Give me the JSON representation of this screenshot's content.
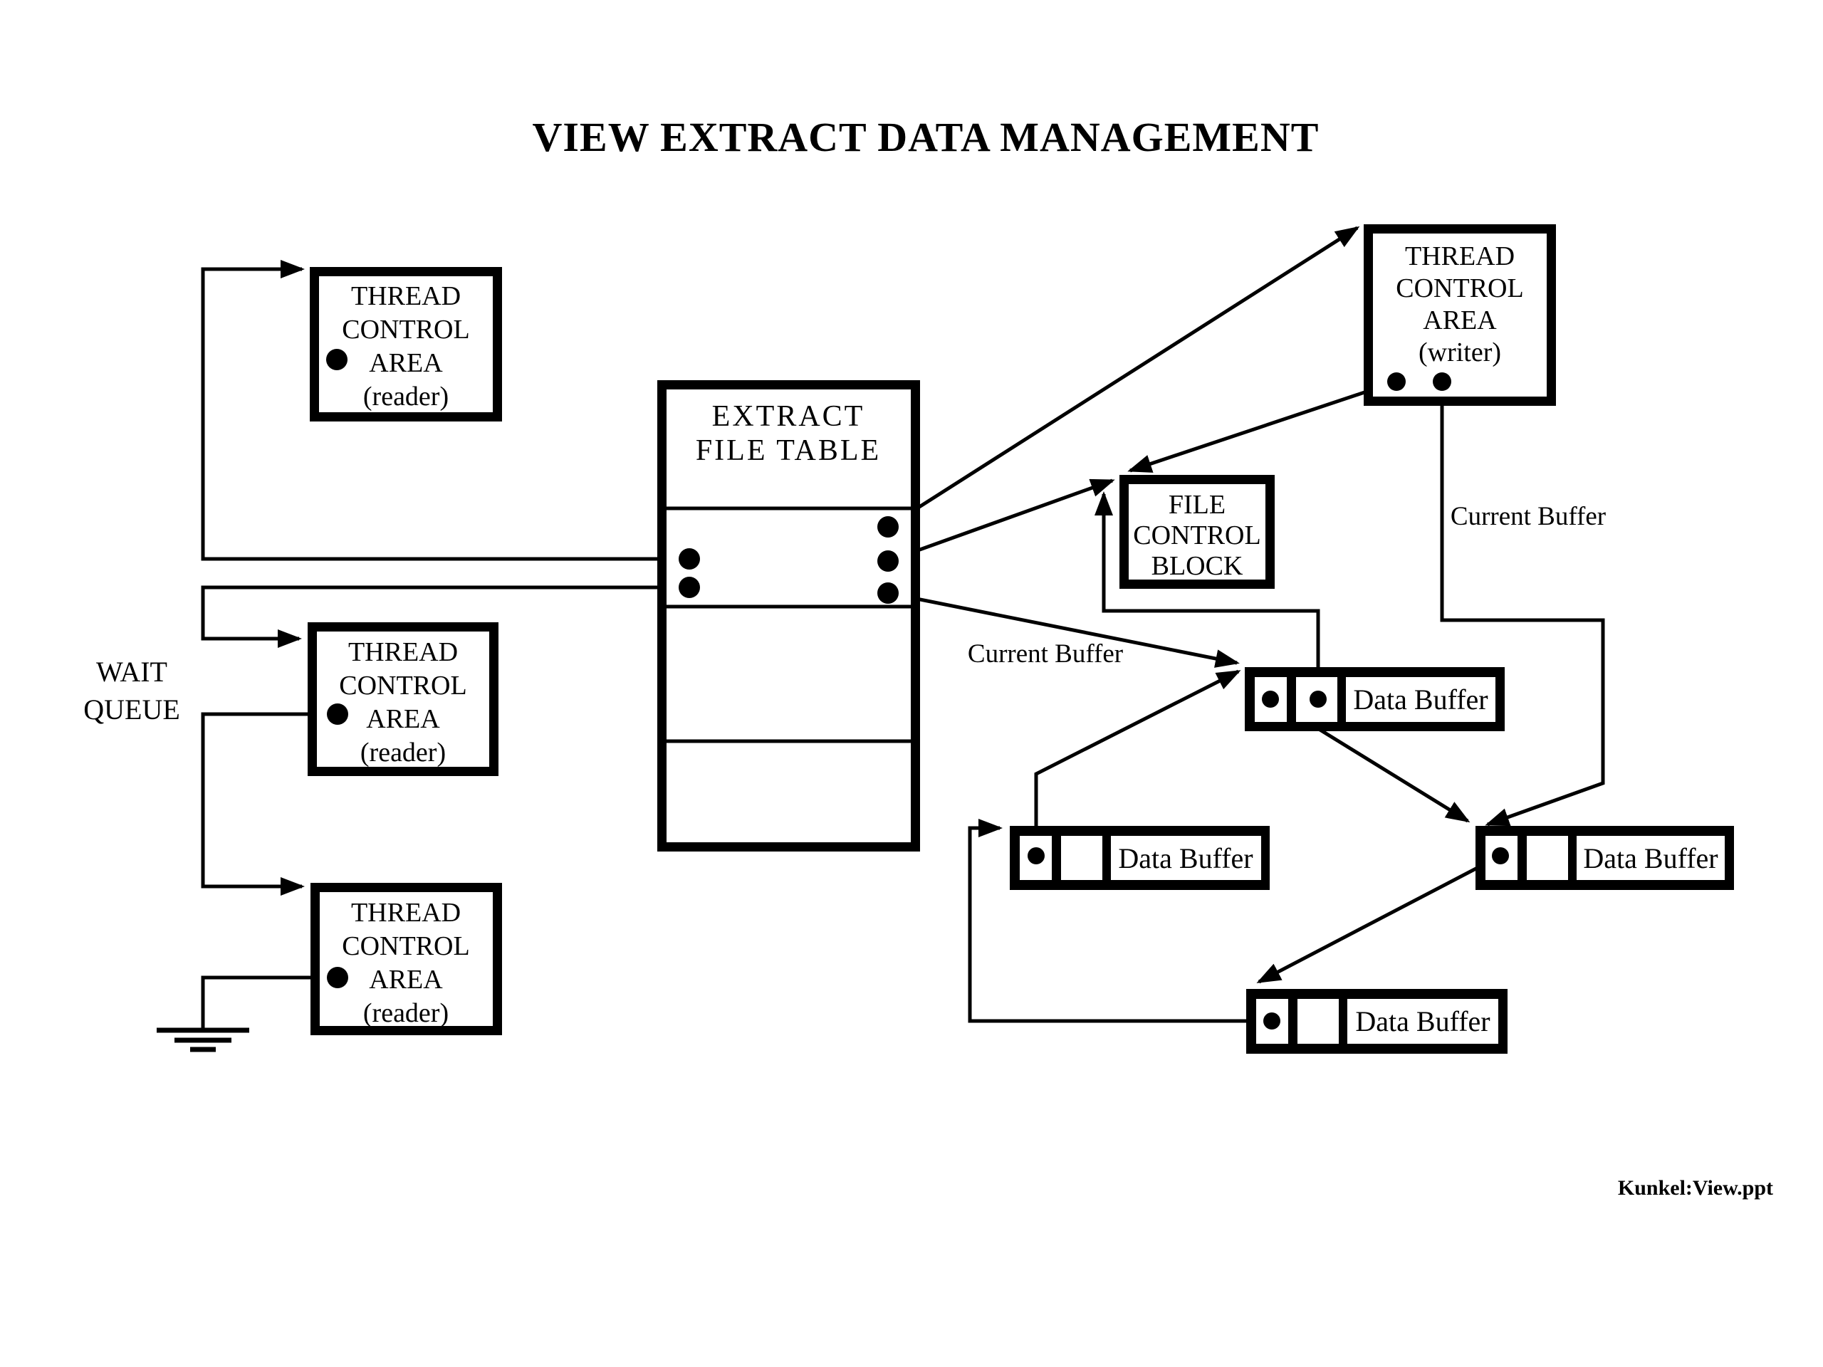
{
  "colors": {
    "ink": "#000000",
    "paper": "#ffffff"
  },
  "title": "VIEW EXTRACT DATA MANAGEMENT",
  "footer": "Kunkel:View.ppt",
  "wait_queue": {
    "line1": "WAIT",
    "line2": "QUEUE"
  },
  "current_buffer_left": "Current Buffer",
  "current_buffer_right": "Current Buffer",
  "extract_file_table": {
    "line1": "EXTRACT",
    "line2": "FILE TABLE"
  },
  "file_control_block": {
    "line1": "FILE",
    "line2": "CONTROL",
    "line3": "BLOCK"
  },
  "thread_control_reader_top": {
    "line1": "THREAD",
    "line2": "CONTROL",
    "line3": "AREA",
    "line4": "(reader)"
  },
  "thread_control_reader_middle": {
    "line1": "THREAD",
    "line2": "CONTROL",
    "line3": "AREA",
    "line4": "(reader)"
  },
  "thread_control_reader_bottom": {
    "line1": "THREAD",
    "line2": "CONTROL",
    "line3": "AREA",
    "line4": "(reader)"
  },
  "thread_control_writer": {
    "line1": "THREAD",
    "line2": "CONTROL",
    "line3": "AREA",
    "line4": "(writer)"
  },
  "data_buffer_current": {
    "label": "Data Buffer"
  },
  "data_buffer_left": {
    "label": "Data Buffer"
  },
  "data_buffer_right": {
    "label": "Data Buffer"
  },
  "data_buffer_bottom": {
    "label": "Data Buffer"
  }
}
